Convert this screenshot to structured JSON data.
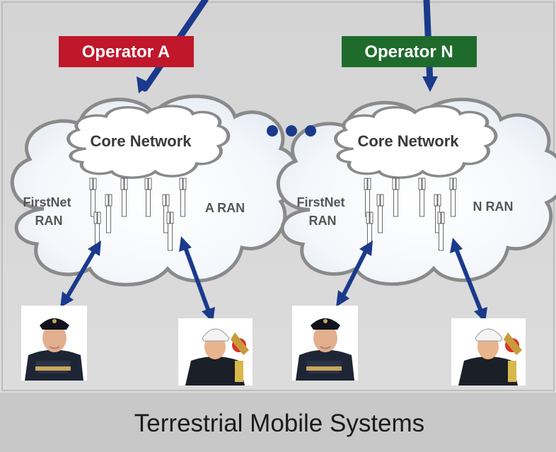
{
  "operators": [
    {
      "label": "Operator A",
      "color": "#c0172b",
      "core_label": "Core Network",
      "left_ran": "FirstNet\nRAN",
      "right_ran": "A RAN"
    },
    {
      "label": "Operator N",
      "color": "#1f6b2c",
      "core_label": "Core Network",
      "right_ran": "N RAN",
      "left_ran": "FirstNet\nRAN"
    }
  ],
  "ellipsis": "• • •",
  "footer": {
    "title": "Terrestrial Mobile Systems"
  },
  "colors": {
    "panel_bg": "#d9d9d9",
    "panel_inner": "#cfcfcf",
    "footer_bg": "#c8c8c8",
    "arrow": "#1b3a8c",
    "cloud_fill": "#ffffff",
    "cloud_stroke": "#8a8a8a"
  },
  "people_icons": [
    "police-officer-icon",
    "firefighter-icon"
  ]
}
